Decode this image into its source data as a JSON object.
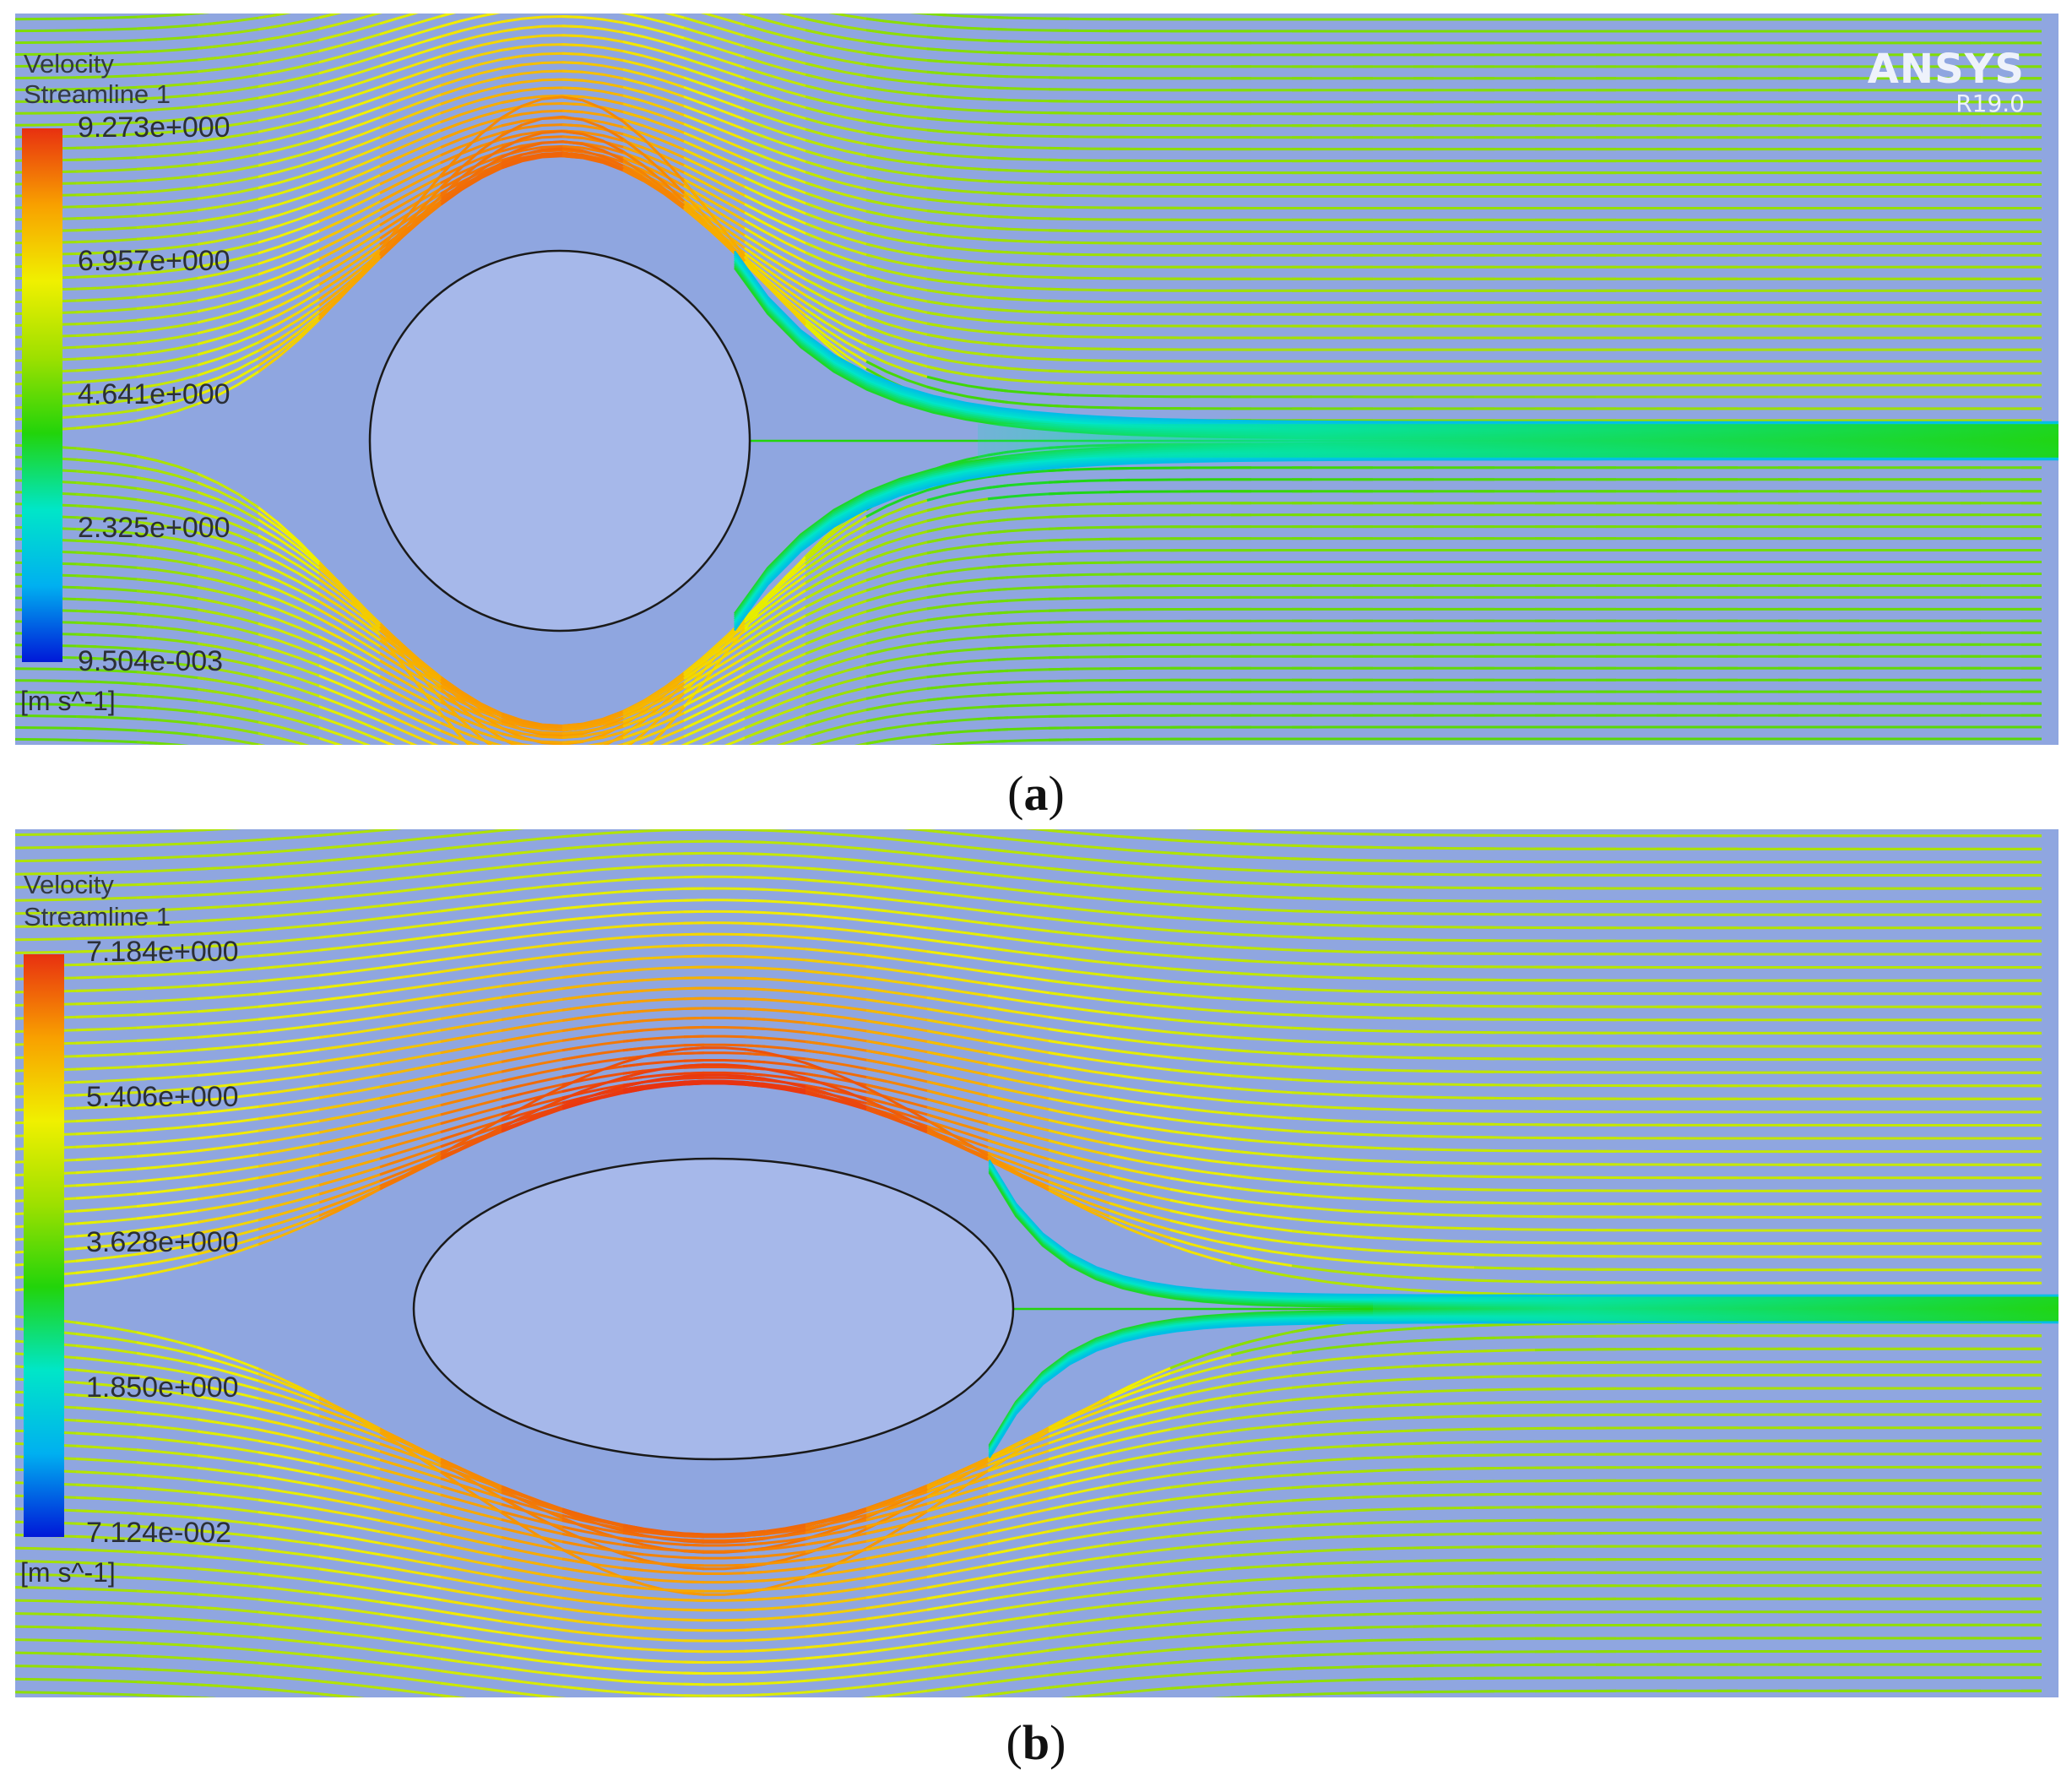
{
  "panels": [
    {
      "id": "a",
      "caption_letter": "a",
      "legend": {
        "title1": "Velocity",
        "title2": "Streamline 1",
        "labels": [
          "9.273e+000",
          "6.957e+000",
          "4.641e+000",
          "2.325e+000",
          "9.504e-003"
        ],
        "unit": "[m s^-1]"
      },
      "brand": {
        "name": "ANSYS",
        "version": "R19.0"
      },
      "obstacle": "circle"
    },
    {
      "id": "b",
      "caption_letter": "b",
      "legend": {
        "title1": "Velocity",
        "title2": "Streamline 1",
        "labels": [
          "7.184e+000",
          "5.406e+000",
          "3.628e+000",
          "1.850e+000",
          "7.124e-002"
        ],
        "unit": "[m s^-1]"
      },
      "obstacle": "ellipse"
    }
  ],
  "colors": {
    "background": "#8fa6e0",
    "obstacle_fill": "#a6b8ea",
    "scale": [
      "#0018d8",
      "#00b0f0",
      "#00e6c8",
      "#22d40a",
      "#9ee000",
      "#f0f000",
      "#f8a000",
      "#e83010"
    ]
  }
}
